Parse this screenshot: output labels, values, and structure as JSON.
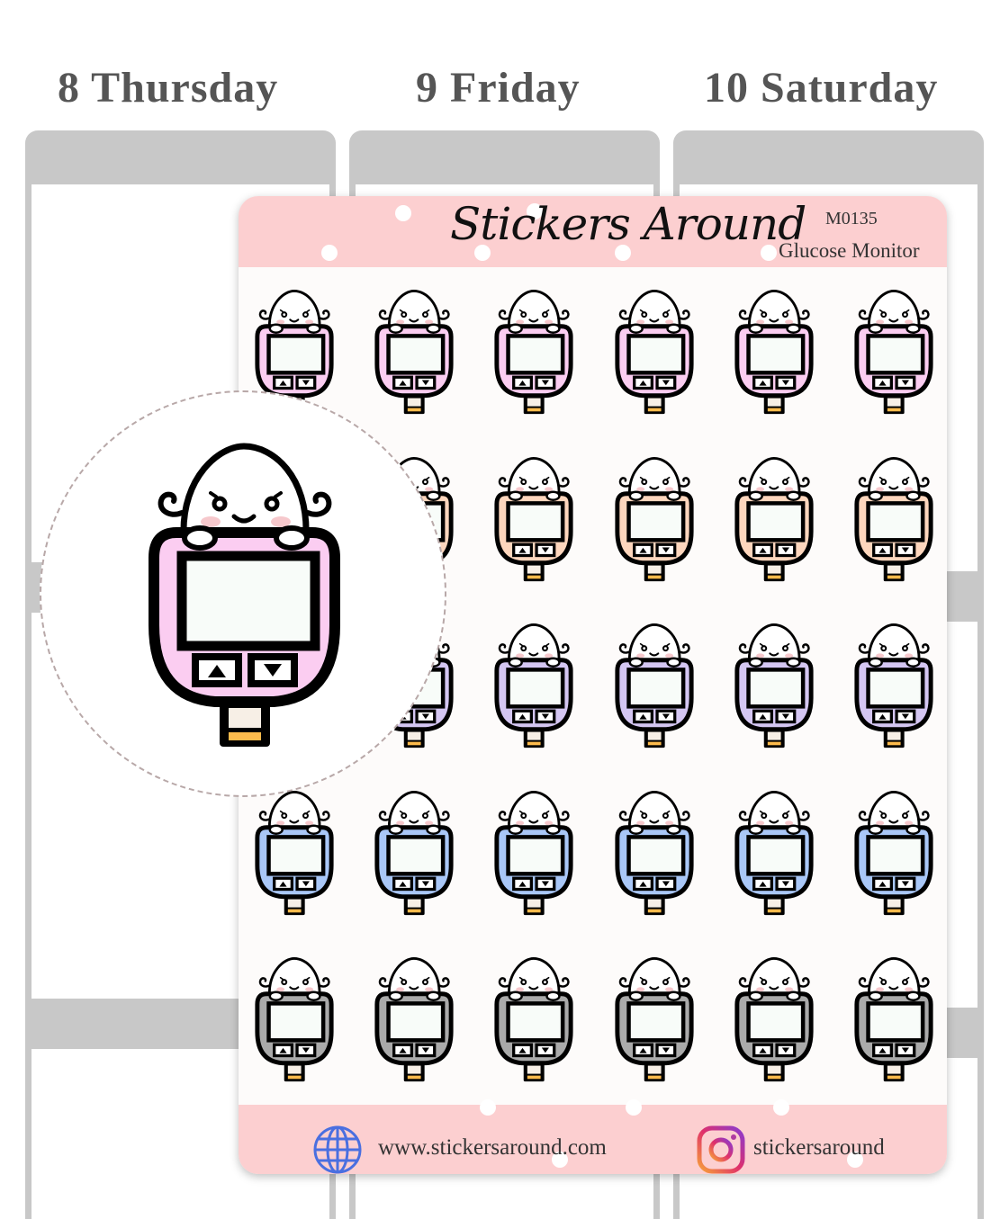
{
  "planner": {
    "days": [
      "8 Thursday",
      "9 Friday",
      "10 Saturday"
    ]
  },
  "sheet": {
    "brand": "Stickers Around",
    "code": "M0135",
    "product": "Glucose Monitor",
    "website": "www.stickersaround.com",
    "instagram": "stickersaround",
    "row_colors": [
      "#fbcdf1",
      "#fdd6bd",
      "#d4c6f2",
      "#a9c7f7",
      "#aaaaaa"
    ],
    "columns": 6,
    "icons": {
      "web": "globe-icon",
      "social": "instagram-icon"
    }
  },
  "preview": {
    "color": "#fbcdf1"
  }
}
